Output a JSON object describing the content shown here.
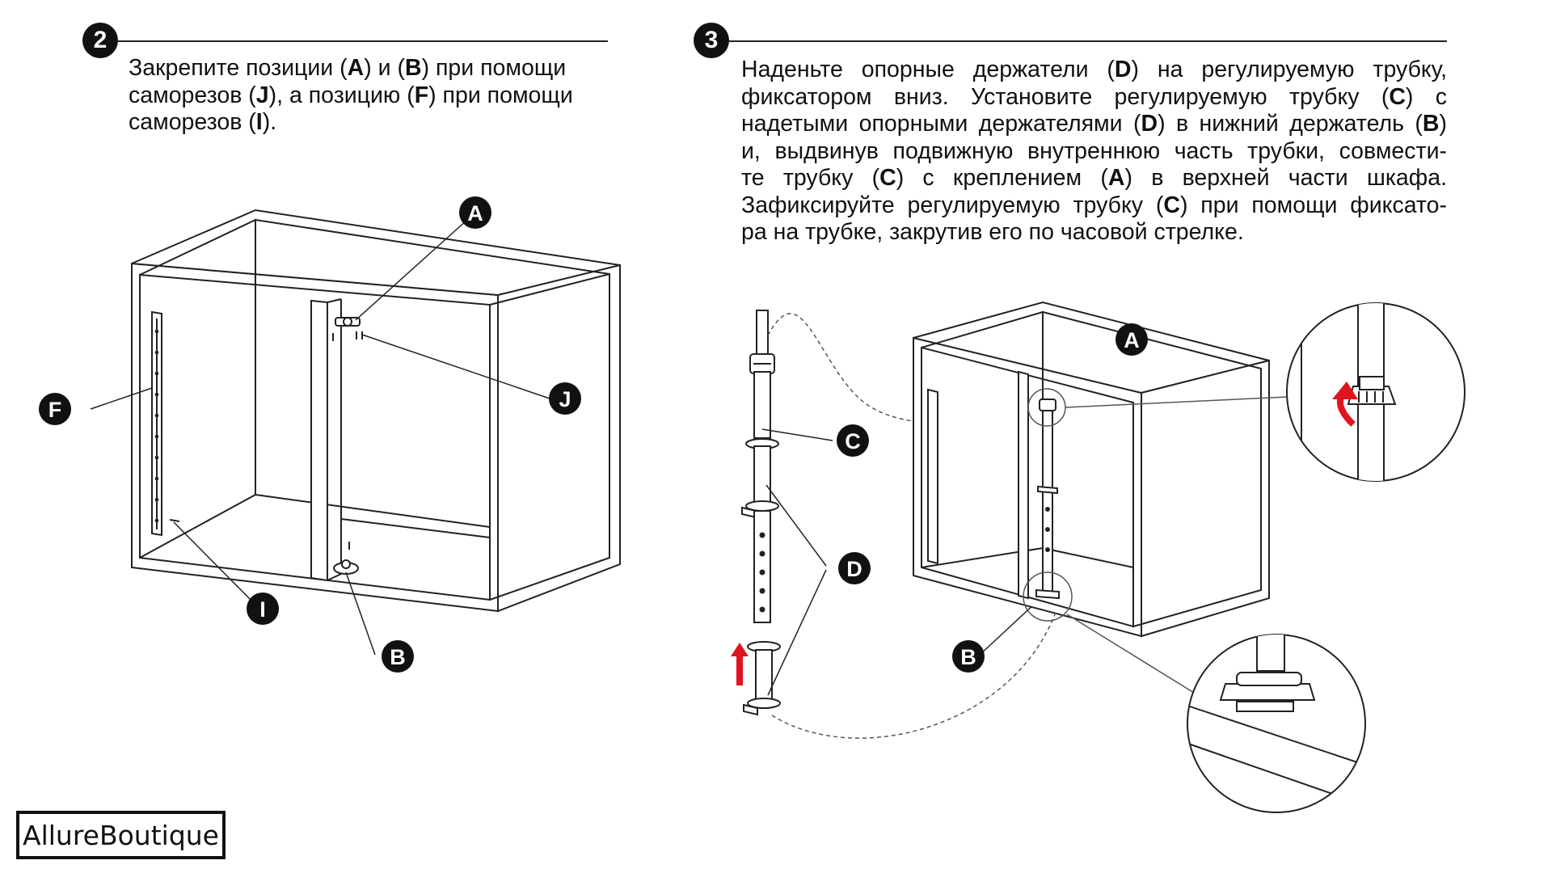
{
  "step2": {
    "number": "2",
    "lines": [
      [
        "Закрепите позиции (",
        {
          "b": "A"
        },
        ") и (",
        {
          "b": "B"
        },
        ") при помощи"
      ],
      [
        "саморезов (",
        {
          "b": "J"
        },
        "), а позицию (",
        {
          "b": "F"
        },
        ") при помощи"
      ],
      [
        "саморезов (",
        {
          "b": "I"
        },
        ")."
      ]
    ],
    "callouts": {
      "A": "A",
      "J": "J",
      "F": "F",
      "I": "I",
      "B": "B"
    }
  },
  "step3": {
    "number": "3",
    "lines": [
      [
        "Наденьте опорные держатели (",
        {
          "b": "D"
        },
        ") на регулируемую трубку,"
      ],
      [
        "фиксатором вниз. Установите регулируемую трубку (",
        {
          "b": "C"
        },
        ") с"
      ],
      [
        "надетыми опорными держателями (",
        {
          "b": "D"
        },
        ") в нижний держатель (",
        {
          "b": "B"
        },
        ")"
      ],
      [
        "и, выдвинув подвижную внутреннюю часть трубки, совмести-"
      ],
      [
        "те трубку (",
        {
          "b": "C"
        },
        ") с креплением (",
        {
          "b": "A"
        },
        ") в верхней части шкафа."
      ],
      [
        "Зафиксируйте регулируемую трубку (",
        {
          "b": "C"
        },
        ") при помощи фиксато-"
      ],
      [
        "ра на трубке, закрутив его по часовой стрелке."
      ]
    ],
    "callouts": {
      "C": "C",
      "D": "D",
      "A": "A",
      "B": "B"
    }
  },
  "watermark": "AllureBoutique",
  "colors": {
    "ink": "#111111",
    "arrow_red": "#e0141e",
    "line_gray": "#555555"
  }
}
